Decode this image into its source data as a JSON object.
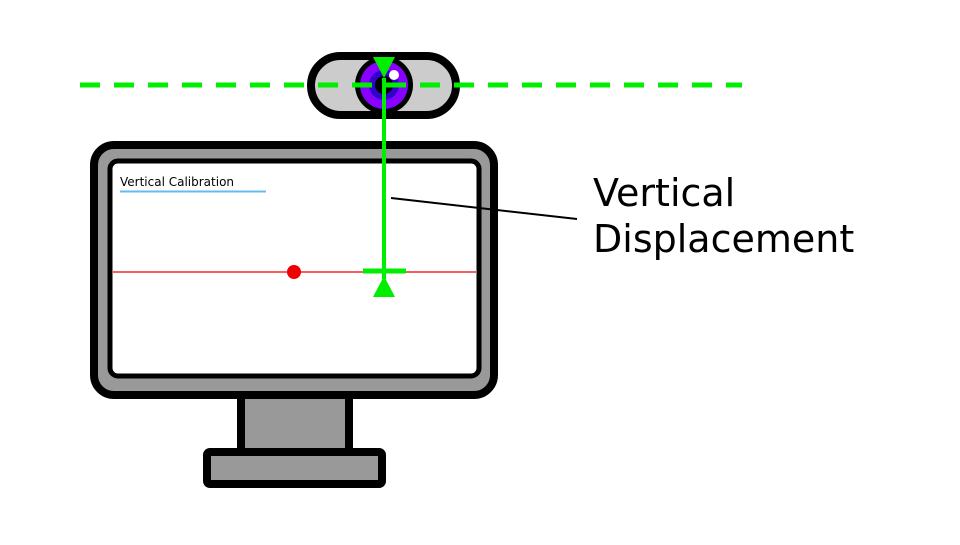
{
  "screen": {
    "title": "Vertical Calibration"
  },
  "annotation": {
    "line1": "Vertical",
    "line2": "Displacement"
  },
  "colors": {
    "indicator_green": "#00ee00",
    "target_red": "#ee0000",
    "title_underline": "#66bbee",
    "monitor_frame": "#999999",
    "outline": "#000000",
    "camera_body": "#cccccc",
    "lens_outer": "#8800ff",
    "lens_inner": "#3300cc"
  },
  "icons": {
    "camera": "webcam-icon",
    "monitor": "monitor-icon",
    "target": "red-dot-target-icon",
    "arrow_up": "arrow-up-icon",
    "arrow_down": "arrow-down-icon"
  }
}
